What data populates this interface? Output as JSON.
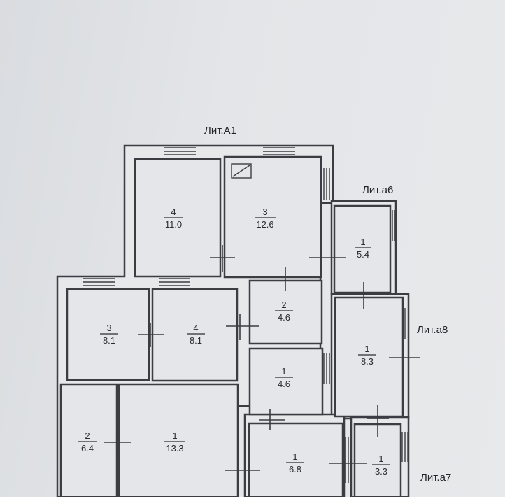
{
  "labels": {
    "lit_a1": "Лит.А1",
    "lit_a6": "Лит.а6",
    "lit_a8": "Лит.а8",
    "lit_a7": "Лит.а7"
  },
  "rooms": [
    {
      "num": "4",
      "area": "11.0"
    },
    {
      "num": "3",
      "area": "12.6"
    },
    {
      "num": "1",
      "area": "5.4"
    },
    {
      "num": "3",
      "area": "8.1"
    },
    {
      "num": "4",
      "area": "8.1"
    },
    {
      "num": "2",
      "area": "4.6"
    },
    {
      "num": "1",
      "area": "8.3"
    },
    {
      "num": "1",
      "area": "4.6"
    },
    {
      "num": "2",
      "area": "6.4"
    },
    {
      "num": "1",
      "area": "13.3"
    },
    {
      "num": "1",
      "area": "6.8"
    },
    {
      "num": "1",
      "area": "3.3"
    }
  ]
}
